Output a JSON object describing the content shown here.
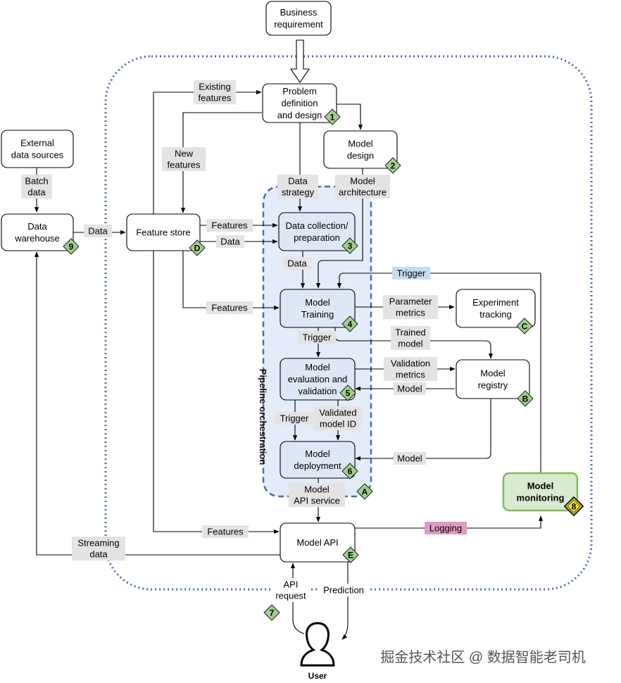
{
  "nodes": {
    "business_requirement": [
      "Business",
      "requirement"
    ],
    "problem_definition": [
      "Problem",
      "definition",
      "and design"
    ],
    "model_design": [
      "Model",
      "design"
    ],
    "external_sources": [
      "External",
      "data sources"
    ],
    "data_warehouse": [
      "Data",
      "warehouse"
    ],
    "feature_store": [
      "Feature store"
    ],
    "data_collection": [
      "Data collection/",
      "preparation"
    ],
    "model_training": [
      "Model",
      "Training"
    ],
    "experiment_tracking": [
      "Experiment",
      "tracking"
    ],
    "model_evaluation": [
      "Model",
      "evaluation and",
      "validation"
    ],
    "model_registry": [
      "Model",
      "registry"
    ],
    "model_deployment": [
      "Model",
      "deployment"
    ],
    "model_monitoring": [
      "Model",
      "monitoring"
    ],
    "model_api": [
      "Model API"
    ],
    "user": [
      "User"
    ]
  },
  "badges": {
    "problem_definition": "1",
    "model_design": "2",
    "data_collection": "3",
    "model_training": "4",
    "model_evaluation": "5",
    "model_deployment": "6",
    "api_request": "7",
    "model_monitoring": "8",
    "data_warehouse": "9",
    "pipeline": "A",
    "model_registry": "B",
    "experiment_tracking": "C",
    "feature_store": "D",
    "model_api": "E"
  },
  "edge_labels": {
    "existing_features": [
      "Existing",
      "features"
    ],
    "new_features": [
      "New",
      "features"
    ],
    "batch_data": [
      "Batch",
      "data"
    ],
    "data_wh_to_fs": [
      "Data"
    ],
    "features_to_collection": [
      "Features"
    ],
    "data_to_collection": [
      "Data"
    ],
    "data_strategy": [
      "Data",
      "strategy"
    ],
    "model_architecture": [
      "Model",
      "architecture"
    ],
    "data_to_training": [
      "Data"
    ],
    "trigger_from_monitoring": [
      "Trigger"
    ],
    "features_to_training": [
      "Features"
    ],
    "parameter_metrics": [
      "Parameter",
      "metrics"
    ],
    "trained_model": [
      "Trained",
      "model"
    ],
    "trigger_to_eval": [
      "Trigger"
    ],
    "validation_metrics": [
      "Validation",
      "metrics"
    ],
    "model_from_registry": [
      "Model"
    ],
    "trigger_to_deploy": [
      "Trigger"
    ],
    "validated_model_id": [
      "Validated",
      "model ID"
    ],
    "model_to_deploy": [
      "Model"
    ],
    "model_api_service": [
      "Model",
      "API service"
    ],
    "features_to_api": [
      "Features"
    ],
    "logging": [
      "Logging"
    ],
    "streaming_data": [
      "Streaming",
      "data"
    ],
    "api_request": [
      "API",
      "request"
    ],
    "prediction": [
      "Prediction"
    ]
  },
  "group_label": "Pipeline orchestration",
  "watermark": "掘金技术社区 @ 数据智能老司机",
  "colors": {
    "node_fill": "#ffffff",
    "node_stroke": "#000000",
    "pipeline_node_fill": "#dde7f5",
    "pipeline_fill": "#e3ecf8",
    "pipeline_stroke": "#4a6ea8",
    "outer_stroke": "#4a6ea8",
    "monitoring_fill": "#d9ebcf",
    "monitoring_stroke": "#7fba5e",
    "badge_green": "#9fcf8a",
    "badge_yellow": "#f5e030",
    "label_gray": "#e3e3e3",
    "label_blue": "#c7dcf2",
    "label_pink": "#e09ac3"
  }
}
